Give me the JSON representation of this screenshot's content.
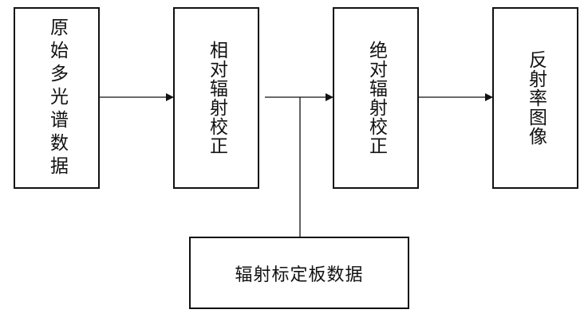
{
  "nodes": {
    "raw": "原始多光谱数据",
    "relative": "相对辐射校正",
    "absolute": "绝对辐射校正",
    "reflectance": "反射率图像",
    "panel": "辐射标定板数据"
  },
  "colors": {
    "line": "#111111",
    "background": "#ffffff"
  }
}
